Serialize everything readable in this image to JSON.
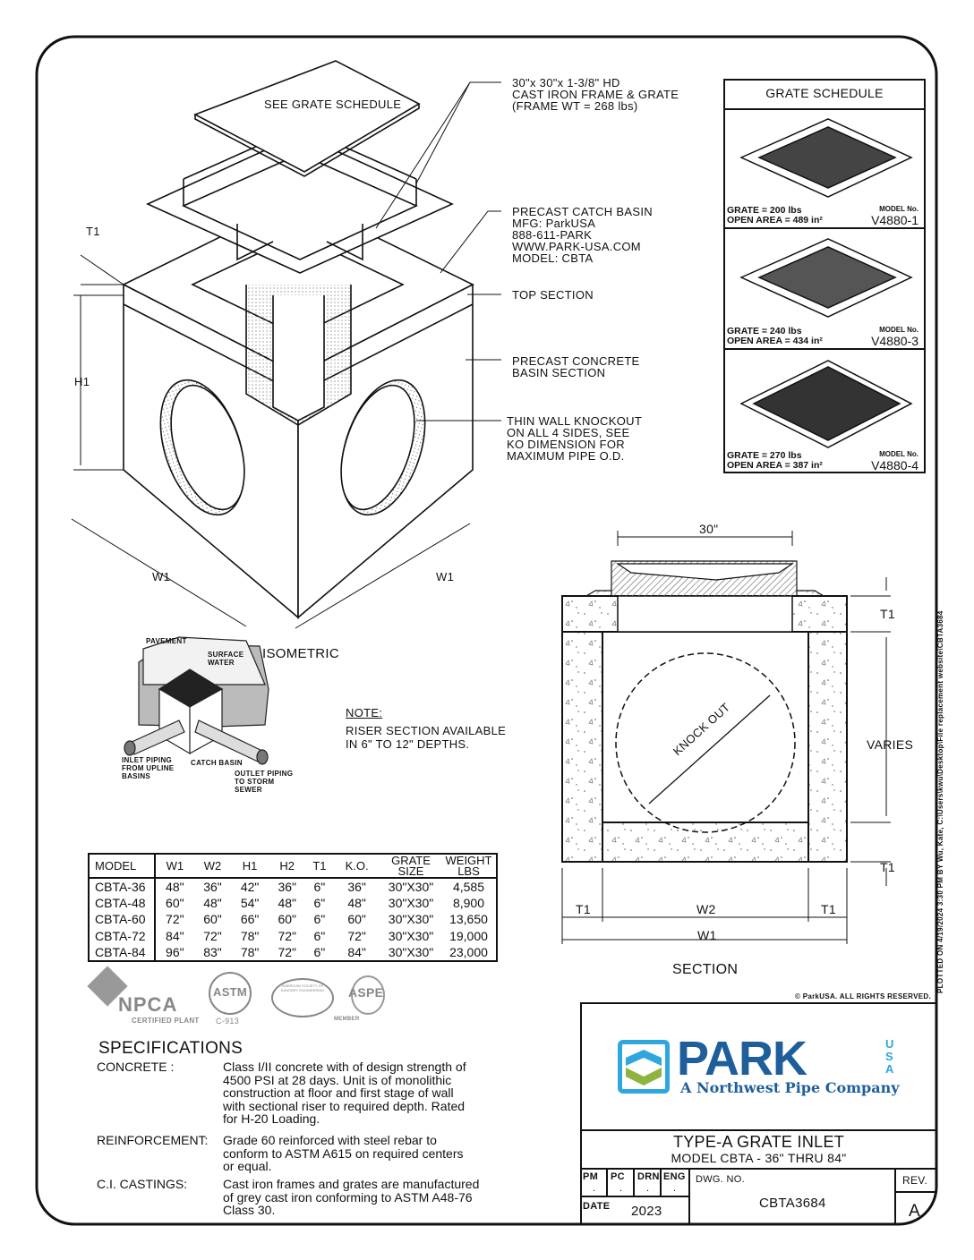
{
  "isometric": {
    "grate_label": "SEE GRATE SCHEDULE",
    "frame_callout": [
      "30\"x 30\"x 1-3/8\" HD",
      "CAST IRON FRAME & GRATE",
      "(FRAME WT = 268 lbs)"
    ],
    "basin_callout": [
      "PRECAST CATCH BASIN",
      "MFG: ParkUSA",
      "888-611-PARK",
      "WWW.PARK-USA.COM",
      "MODEL: CBTA"
    ],
    "top_section": "TOP SECTION",
    "basin_section": [
      "PRECAST CONCRETE",
      "BASIN SECTION"
    ],
    "knockout_callout": [
      "THIN WALL KNOCKOUT",
      "ON ALL 4 SIDES, SEE",
      "KO DIMENSION FOR",
      "MAXIMUM PIPE O.D."
    ],
    "dim_t1": "T1",
    "dim_h1": "H1",
    "dim_w1_left": "W1",
    "dim_w1_right": "W1"
  },
  "site_view": {
    "title": "ISOMETRIC",
    "pavement": "PAVEMENT",
    "surface_water": [
      "SURFACE",
      "WATER"
    ],
    "inlet": [
      "INLET PIPING",
      "FROM UPLINE",
      "BASINS"
    ],
    "catch_basin": "CATCH BASIN",
    "outlet": [
      "OUTLET PIPING",
      "TO STORM",
      "SEWER"
    ]
  },
  "note": {
    "heading": "NOTE:",
    "lines": [
      "RISER SECTION AVAILABLE",
      "IN 6\" TO 12\" DEPTHS."
    ]
  },
  "grate_schedule": {
    "title": "GRATE SCHEDULE",
    "model_label": "MODEL No.",
    "items": [
      {
        "weight": "GRATE = 200 lbs",
        "open_area": "OPEN AREA = 489 in²",
        "model": "V4880-1"
      },
      {
        "weight": "GRATE = 240 lbs",
        "open_area": "OPEN AREA = 434 in²",
        "model": "V4880-3"
      },
      {
        "weight": "GRATE = 270 lbs",
        "open_area": "OPEN AREA = 387 in²",
        "model": "V4880-4"
      }
    ]
  },
  "section": {
    "title": "SECTION",
    "dim_top": "30\"",
    "t1_top": "T1",
    "varies": "VARIES",
    "t1_bottom": "T1",
    "t1_left": "T1",
    "w2": "W2",
    "t1_right": "T1",
    "w1": "W1",
    "knock_out": "KNOCK OUT"
  },
  "plot_stamp": "PLOTTED ON 4/19/2024 3:30 PM BY Wu, Kate, C:\\Users\\kwu\\Desktop\\File replacement website\\CBTA3684",
  "copyright": "© ParkUSA. ALL RIGHTS RESERVED.",
  "dimension_table": {
    "headers": [
      "MODEL",
      "W1",
      "W2",
      "H1",
      "H2",
      "T1",
      "K.O.",
      "GRATE SIZE",
      "WEIGHT LBS"
    ],
    "rows": [
      [
        "CBTA-36",
        "48\"",
        "36\"",
        "42\"",
        "36\"",
        "6\"",
        "36\"",
        "30\"X30\"",
        "4,585"
      ],
      [
        "CBTA-48",
        "60\"",
        "48\"",
        "54\"",
        "48\"",
        "6\"",
        "48\"",
        "30\"X30\"",
        "8,900"
      ],
      [
        "CBTA-60",
        "72\"",
        "60\"",
        "66\"",
        "60\"",
        "6\"",
        "60\"",
        "30\"X30\"",
        "13,650"
      ],
      [
        "CBTA-72",
        "84\"",
        "72\"",
        "78\"",
        "72\"",
        "6\"",
        "72\"",
        "30\"X30\"",
        "19,000"
      ],
      [
        "CBTA-84",
        "96\"",
        "83\"",
        "78\"",
        "72\"",
        "6\"",
        "84\"",
        "30\"X30\"",
        "23,000"
      ]
    ]
  },
  "certifications": {
    "npca": "NPCA",
    "npca_sub": "CERTIFIED PLANT",
    "astm": "ASTM",
    "astm_sub": "C-913",
    "asse": "AMERICAN SOCIETY OF SANITARY ENGINEERING",
    "aspe": "ASPE",
    "aspe_sub": "MEMBER"
  },
  "specifications": {
    "title": "SPECIFICATIONS",
    "items": [
      {
        "label": "CONCRETE :",
        "text": [
          "Class I/II concrete with of design strength of",
          "4500 PSI at 28 days.  Unit is of monolithic",
          "construction at floor and first stage of wall",
          "with sectional riser to required depth.  Rated",
          "for H-20 Loading."
        ]
      },
      {
        "label": "REINFORCEMENT:",
        "text": [
          "Grade 60 reinforced with steel rebar to",
          "conform to ASTM A615 on required centers",
          "or equal."
        ]
      },
      {
        "label": "C.I. CASTINGS:",
        "text": [
          "Cast iron frames and grates are manufactured",
          "of grey cast iron conforming to ASTM A48-76",
          "Class 30."
        ]
      }
    ]
  },
  "title_block": {
    "logo": {
      "name": "PARK",
      "usa": "USA",
      "tagline": "A Northwest Pipe Company"
    },
    "title": "TYPE-A GRATE INLET",
    "subtitle": "MODEL CBTA - 36\" THRU 84\"",
    "pm": "PM",
    "pc": "PC",
    "drn": "DRN",
    "eng": "ENG",
    "pm_val": ".",
    "pc_val": ".",
    "drn_val": ".",
    "eng_val": ".",
    "date_label": "DATE",
    "date": "2023",
    "dwg_label": "DWG. NO.",
    "dwg_no": "CBTA3684",
    "rev_label": "REV.",
    "rev": "A"
  },
  "colors": {
    "logo_blue": "#1d5e9b",
    "logo_light_blue": "#2ea6de",
    "logo_green": "#8db43c"
  }
}
